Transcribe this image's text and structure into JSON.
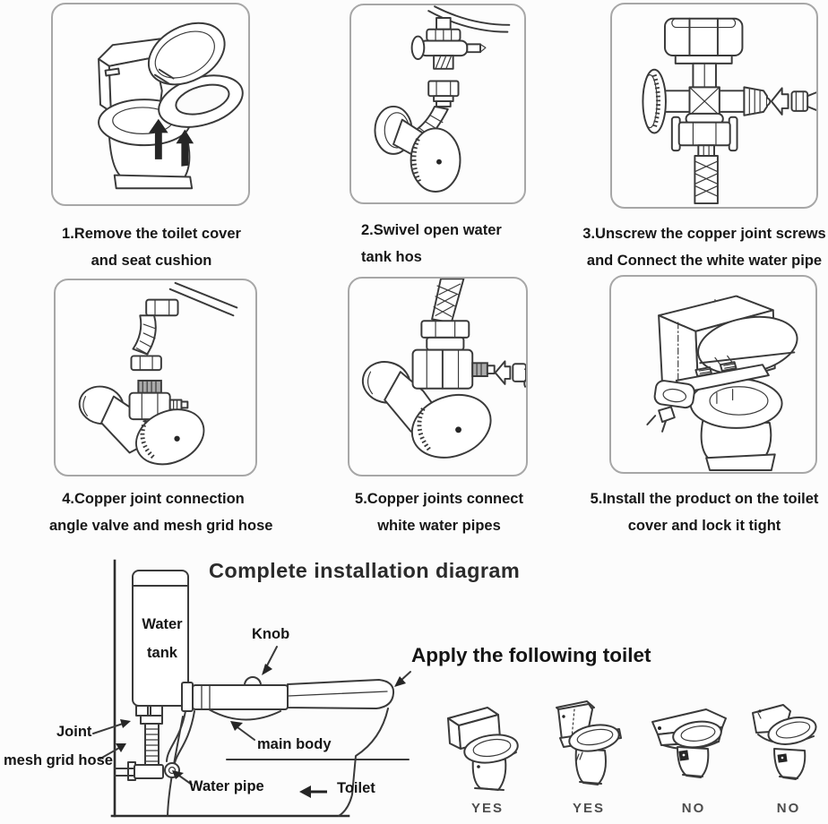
{
  "page": {
    "background": "#fcfcfc",
    "line_color": "#3a3a3a",
    "text_color": "#171717",
    "verdict_color": "#4d4d4d"
  },
  "steps": [
    {
      "caption_line1": "1.Remove the toilet cover",
      "caption_line2": "and seat cushion",
      "illustration": "toilet-open-lid"
    },
    {
      "caption_line1": "2.Swivel open water",
      "caption_line2": "tank hos",
      "illustration": "water-tank-valve-and-flex-hose"
    },
    {
      "caption_line1": "3.Unscrew the copper joint screws",
      "caption_line2": "and Connect the white water pipe",
      "illustration": "t-valve-with-braided-hose-and-nut"
    },
    {
      "caption_line1": "4.Copper joint connection",
      "caption_line2": "angle valve and mesh grid hose",
      "illustration": "angle-valve-with-mesh-hose"
    },
    {
      "caption_line1": "5.Copper joints connect",
      "caption_line2": "white water pipes",
      "illustration": "angle-valve-connect-white-pipe"
    },
    {
      "caption_line1": "5.Install the product on the toilet",
      "caption_line2": "cover and lock it tight",
      "illustration": "install-bidet-on-toilet"
    }
  ],
  "installation_diagram": {
    "title": "Complete installation diagram",
    "labels": {
      "water_tank": "Water tank",
      "knob": "Knob",
      "joint": "Joint",
      "mesh_grid_hose": "mesh grid hose",
      "main_body": "main body",
      "water_pipe": "Water pipe",
      "toilet": "Toilet"
    }
  },
  "compatibility": {
    "title": "Apply the following toilet",
    "items": [
      {
        "type": "two-piece-toilet",
        "verdict": "YES"
      },
      {
        "type": "one-piece-high-tank-toilet",
        "verdict": "YES"
      },
      {
        "type": "one-piece-low-tank-toilet",
        "verdict": "NO"
      },
      {
        "type": "one-piece-rounded-toilet",
        "verdict": "NO"
      }
    ]
  }
}
